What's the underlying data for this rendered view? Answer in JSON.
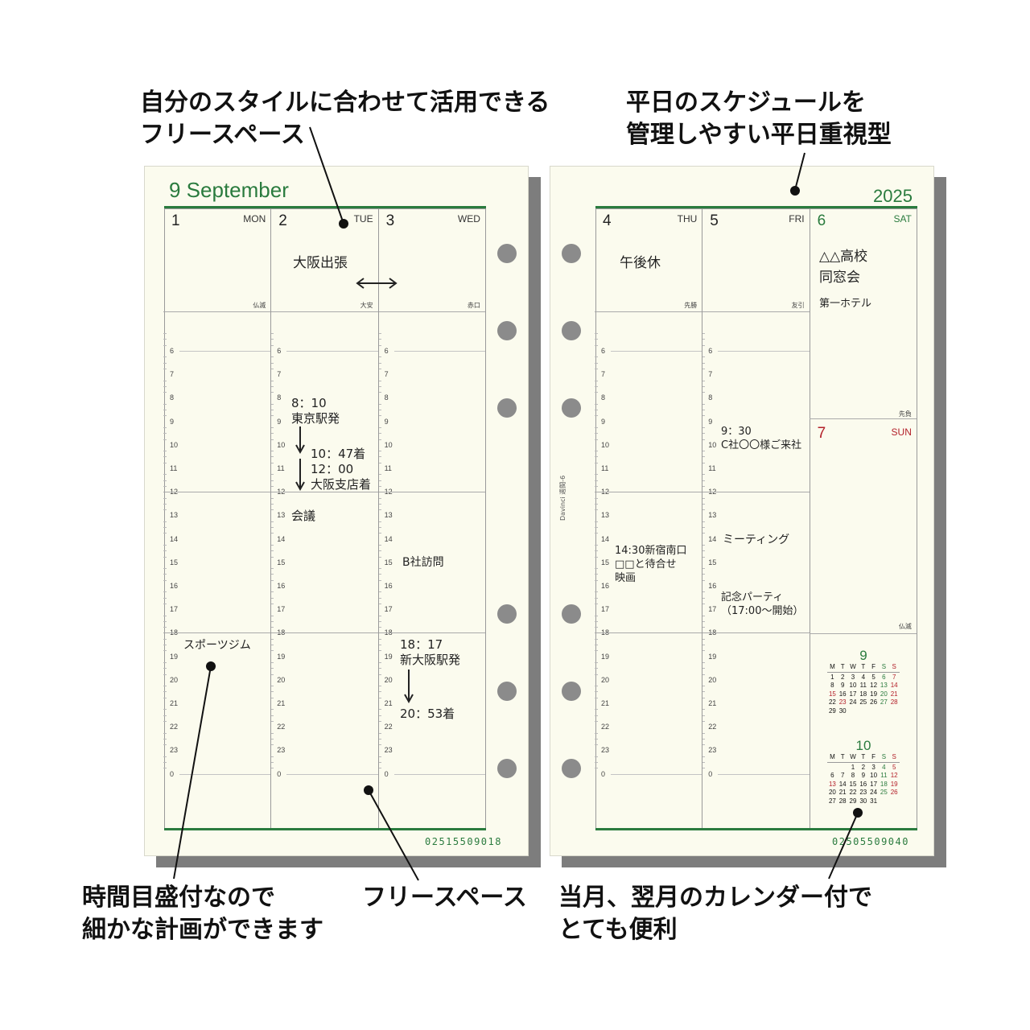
{
  "captions": {
    "top_left": "自分のスタイルに合わせて活用できる\nフリースペース",
    "top_right": "平日のスケジュールを\n管理しやすい平日重視型",
    "bottom_left": "時間目盛付なので\n細かな計画ができます",
    "bottom_center": "フリースペース",
    "bottom_right": "当月、翌月のカレンダー付で\nとても便利"
  },
  "left_page": {
    "month_title": "9 September",
    "days": [
      {
        "num": "1",
        "name": "MON",
        "rokuyo": "仏滅"
      },
      {
        "num": "2",
        "name": "TUE",
        "rokuyo": "大安"
      },
      {
        "num": "3",
        "name": "WED",
        "rokuyo": "赤口"
      }
    ],
    "code": "02515509018"
  },
  "right_page": {
    "year": "2025",
    "days": [
      {
        "num": "4",
        "name": "THU",
        "rokuyo": "先勝"
      },
      {
        "num": "5",
        "name": "FRI",
        "rokuyo": "友引"
      }
    ],
    "weekend": {
      "sat": {
        "num": "6",
        "name": "SAT",
        "rokuyo": "先負"
      },
      "sun": {
        "num": "7",
        "name": "SUN",
        "rokuyo": "仏滅"
      }
    },
    "spine_text_1": "Davinci",
    "spine_text_2": "週間-6",
    "code": "02505509040"
  },
  "hours": [
    "6",
    "7",
    "8",
    "9",
    "10",
    "11",
    "12",
    "13",
    "14",
    "15",
    "16",
    "17",
    "18",
    "19",
    "20",
    "21",
    "22",
    "23",
    "0"
  ],
  "handwriting": {
    "tue_osaka": "大阪出張",
    "tue_depart": "8：10\n東京駅発",
    "tue_arrive": "10：47着\n12：00\n大阪支店着",
    "tue_meeting": "会議",
    "mon_gym": "スポーツジム",
    "wed_visit": "B社訪問",
    "wed_depart": "18：17\n新大阪駅発",
    "wed_arrive": "20：53着",
    "thu_off": "午後休",
    "thu_movie": "14:30新宿南口\n□□と待合せ\n映画",
    "fri_visit": "9：30\nC社〇〇様ご来社",
    "fri_meeting": "ミーティング",
    "fri_party": "記念パーティ\n（17:00〜開始）",
    "sat_reunion": "△△高校\n同窓会",
    "sat_hotel": "第一ホテル"
  },
  "mini_calendars": [
    {
      "month": "9",
      "weekdays": [
        "M",
        "T",
        "W",
        "T",
        "F",
        "S",
        "S"
      ],
      "weeks": [
        [
          "1",
          "2",
          "3",
          "4",
          "5",
          "6",
          "7"
        ],
        [
          "8",
          "9",
          "10",
          "11",
          "12",
          "13",
          "14"
        ],
        [
          "15",
          "16",
          "17",
          "18",
          "19",
          "20",
          "21"
        ],
        [
          "22",
          "23",
          "24",
          "25",
          "26",
          "27",
          "28"
        ],
        [
          "29",
          "30",
          "",
          "",
          "",
          "",
          ""
        ]
      ],
      "red_dates": [
        "7",
        "14",
        "15",
        "21",
        "23",
        "28"
      ],
      "green_dates": [
        "6",
        "13",
        "20",
        "27"
      ]
    },
    {
      "month": "10",
      "weekdays": [
        "M",
        "T",
        "W",
        "T",
        "F",
        "S",
        "S"
      ],
      "weeks": [
        [
          "",
          "",
          "1",
          "2",
          "3",
          "4",
          "5"
        ],
        [
          "6",
          "7",
          "8",
          "9",
          "10",
          "11",
          "12"
        ],
        [
          "13",
          "14",
          "15",
          "16",
          "17",
          "18",
          "19"
        ],
        [
          "20",
          "21",
          "22",
          "23",
          "24",
          "25",
          "26"
        ],
        [
          "27",
          "28",
          "29",
          "30",
          "31",
          "",
          ""
        ]
      ],
      "red_dates": [
        "5",
        "12",
        "13",
        "19",
        "26"
      ],
      "green_dates": [
        "4",
        "11",
        "18",
        "25"
      ]
    }
  ],
  "colors": {
    "accent_green": "#2a7b3e",
    "sunday_red": "#b3202a",
    "paper": "#fbfbee",
    "hole_gray": "#8b8b8b"
  }
}
